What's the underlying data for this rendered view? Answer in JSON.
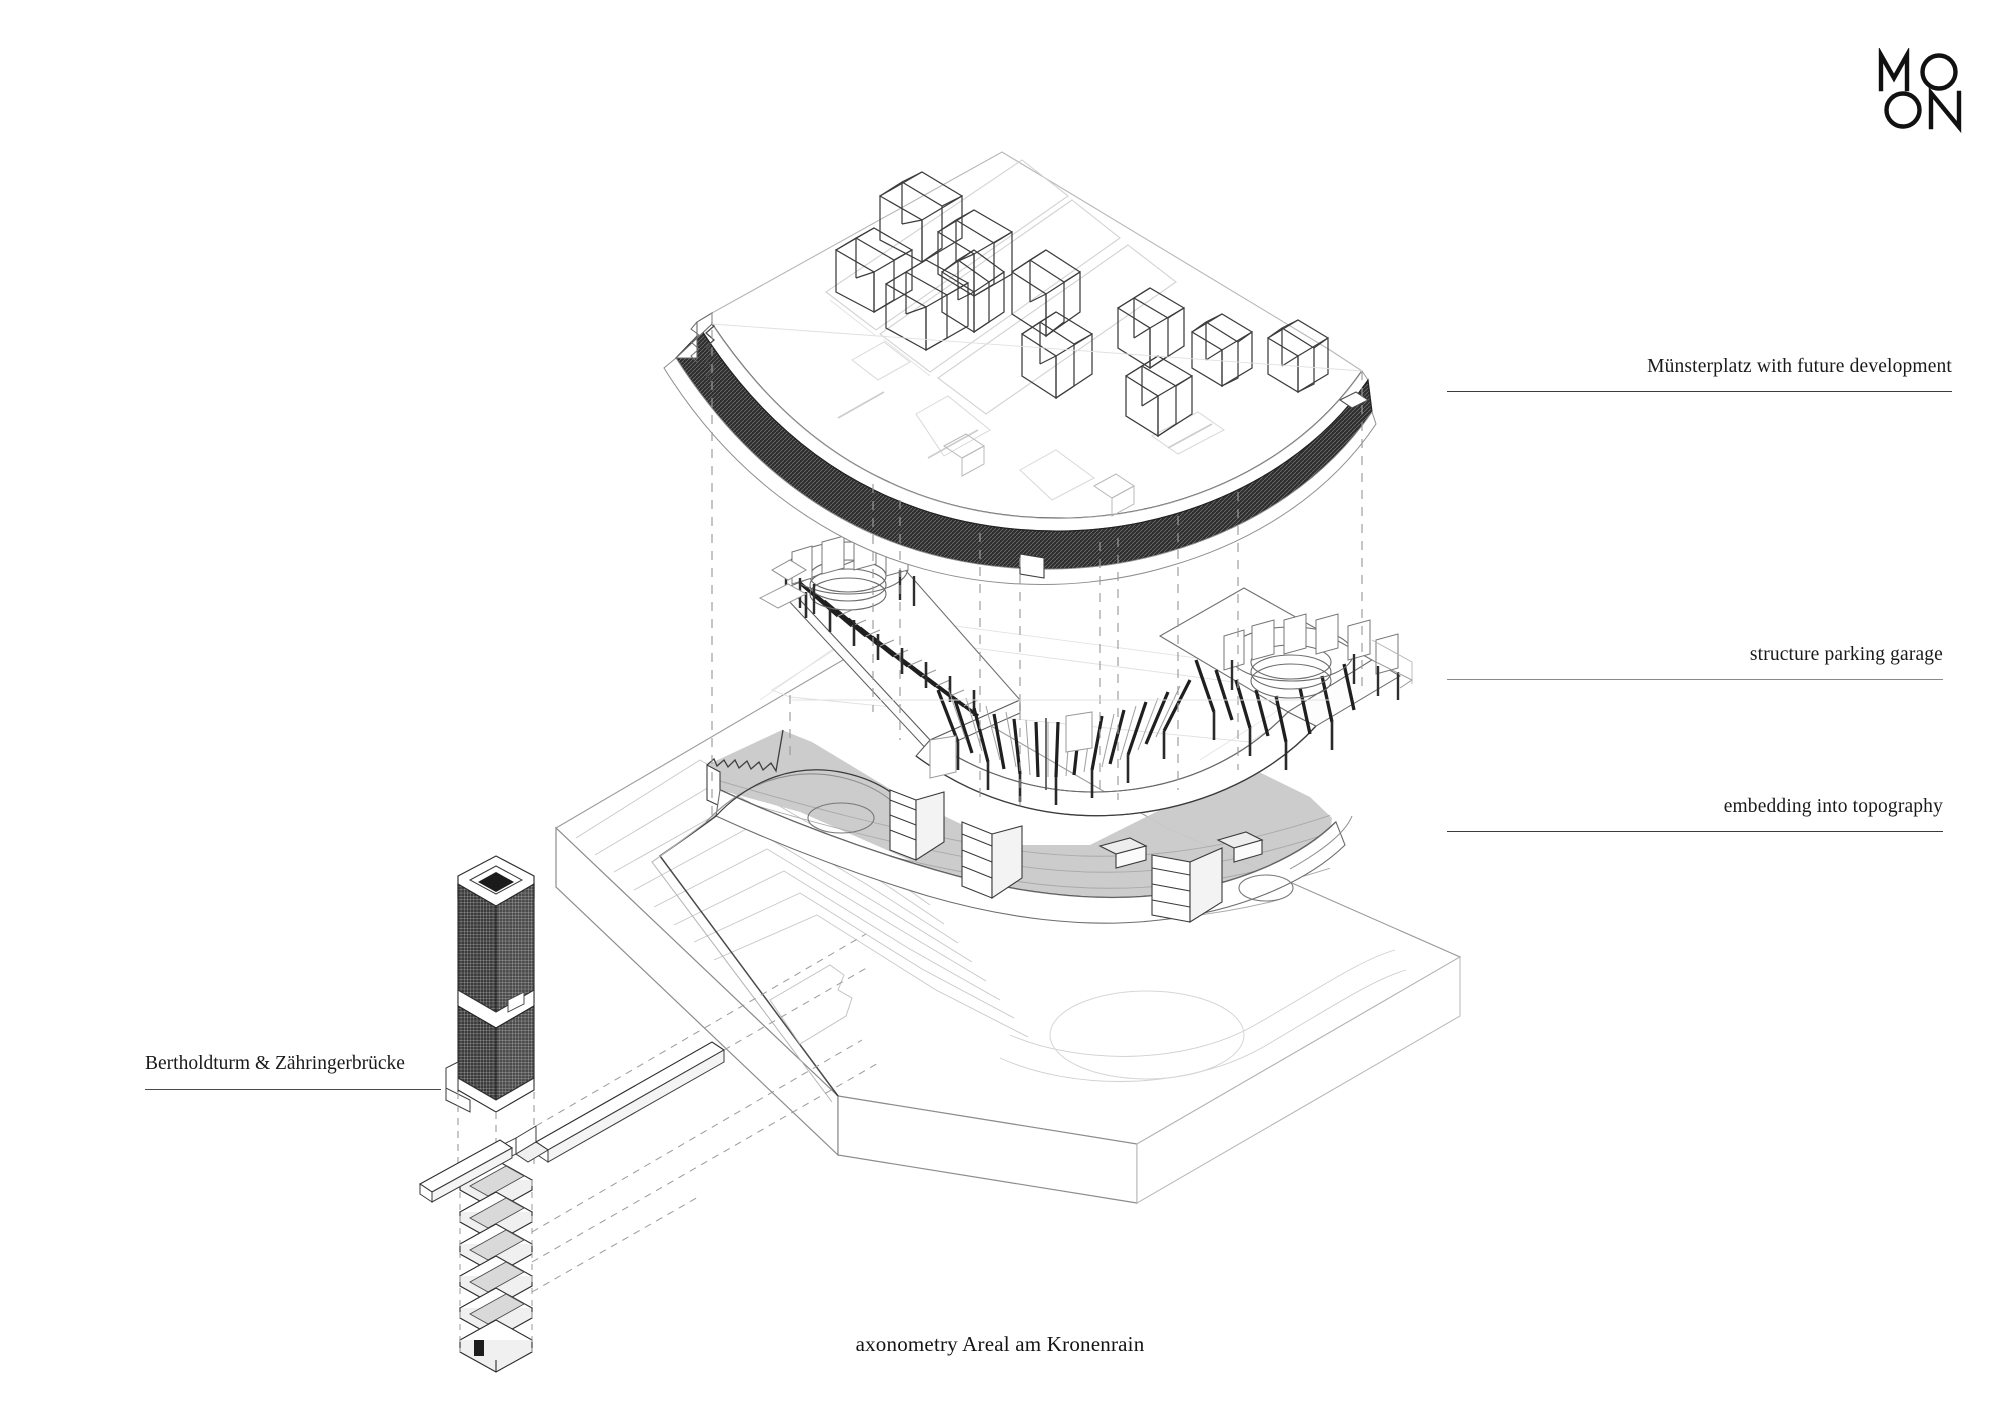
{
  "page": {
    "background_color": "#ffffff",
    "caption": "axonometry Areal am Kronenrain"
  },
  "logo": {
    "name": "MOON",
    "line1": "MO",
    "line2": "ON",
    "color": "#111111"
  },
  "callouts": {
    "right": [
      {
        "id": "munsterplatz",
        "label": "Münsterplatz with future development",
        "rule_color": "#3a3a3a"
      },
      {
        "id": "parking",
        "label": "structure parking garage",
        "rule_color": "#8a8a8a"
      },
      {
        "id": "topography",
        "label": "embedding into topography",
        "rule_color": "#3a3a3a"
      }
    ],
    "left": [
      {
        "id": "tower-bridge",
        "label": "Bertholdturm & Zähringerbrücke",
        "rule_color": "#4a4a4a"
      }
    ]
  },
  "drawing": {
    "title": "exploded axonometric",
    "layers": [
      {
        "id": "plaza-slab",
        "name": "Münsterplatz with future development",
        "order": 1
      },
      {
        "id": "parking-structure",
        "name": "structure parking garage",
        "order": 2
      },
      {
        "id": "topography-block",
        "name": "embedding into topography",
        "order": 3
      },
      {
        "id": "tower-bridge",
        "name": "Bertholdturm & Zähringerbrücke",
        "order": 4
      }
    ],
    "colors": {
      "line_dark": "#1e1e1e",
      "line_mid": "#5a5a5a",
      "line_light": "#b5b5b5",
      "line_faint": "#d6d6d6",
      "hatch_dark": "#2c2c2c",
      "excavation_fill": "#c9c9c9",
      "dashed_projection": "#9a9a9a"
    },
    "counts": {
      "houses_on_plaza": 11,
      "parking_ribs": 30,
      "ramp_cores": 2,
      "tower_floor_plates": 8
    }
  }
}
